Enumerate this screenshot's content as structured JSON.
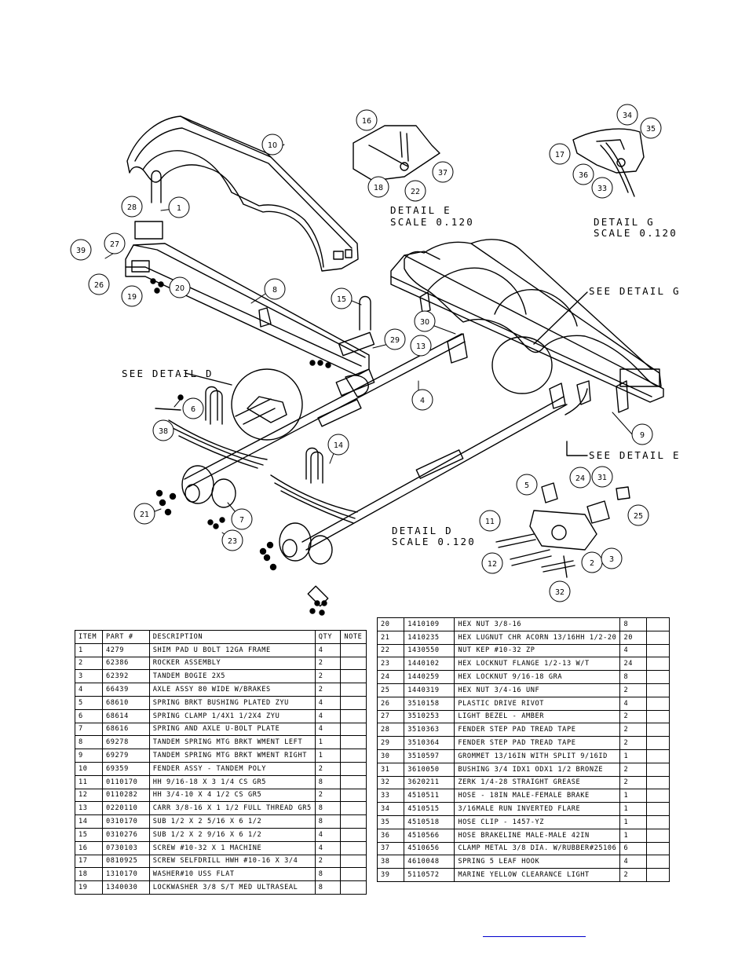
{
  "details": {
    "e_title": "DETAIL  E",
    "e_scale": "SCALE  0.120",
    "g_title": "DETAIL  G",
    "g_scale": "SCALE  0.120",
    "d_title": "DETAIL  D",
    "d_scale": "SCALE  0.120"
  },
  "callouts": {
    "see_d": "SEE DETAIL  D",
    "see_g": "SEE DETAIL  G",
    "see_e": "SEE DETAIL  E"
  },
  "bubbles": [
    "1",
    "2",
    "3",
    "4",
    "5",
    "6",
    "7",
    "8",
    "9",
    "10",
    "11",
    "12",
    "13",
    "14",
    "15",
    "16",
    "17",
    "18",
    "19",
    "20",
    "21",
    "22",
    "23",
    "24",
    "25",
    "26",
    "27",
    "28",
    "29",
    "30",
    "31",
    "32",
    "33",
    "34",
    "35",
    "36",
    "37",
    "38",
    "39"
  ],
  "table1": {
    "headers": [
      "ITEM",
      "PART #",
      "DESCRIPTION",
      "QTY",
      "NOTE"
    ],
    "rows": [
      [
        "1",
        "4279",
        "SHIM PAD  U BOLT 12GA FRAME",
        "4",
        ""
      ],
      [
        "2",
        "62386",
        "ROCKER ASSEMBLY",
        "2",
        ""
      ],
      [
        "3",
        "62392",
        "TANDEM BOGIE  2X5",
        "2",
        ""
      ],
      [
        "4",
        "66439",
        "AXLE ASSY 80 WIDE W/BRAKES",
        "2",
        ""
      ],
      [
        "5",
        "68610",
        "SPRING BRKT BUSHING PLATED ZYU",
        "4",
        ""
      ],
      [
        "6",
        "68614",
        "SPRING CLAMP  1/4X1 1/2X4  ZYU",
        "4",
        ""
      ],
      [
        "7",
        "68616",
        "SPRING AND AXLE U-BOLT PLATE",
        "4",
        ""
      ],
      [
        "8",
        "69278",
        "TANDEM SPRING MTG BRKT WMENT LEFT",
        "1",
        ""
      ],
      [
        "9",
        "69279",
        "TANDEM SPRING MTG BRKT WMENT RIGHT",
        "1",
        ""
      ],
      [
        "10",
        "69359",
        "FENDER ASSY - TANDEM POLY",
        "2",
        ""
      ],
      [
        "11",
        "0110170",
        "HH 9/16-18 X 3 1/4 CS GR5",
        "8",
        ""
      ],
      [
        "12",
        "0110282",
        "HH 3/4-10 X 4 1/2 CS GR5",
        "2",
        ""
      ],
      [
        "13",
        "0220110",
        "CARR 3/8-16 X 1 1/2 FULL THREAD GR5",
        "8",
        ""
      ],
      [
        "14",
        "0310170",
        "SUB 1/2 X 2 5/16 X 6 1/2",
        "8",
        ""
      ],
      [
        "15",
        "0310276",
        "SUB 1/2 X 2 9/16 X 6 1/2",
        "4",
        ""
      ],
      [
        "16",
        "0730103",
        "SCREW #10-32 X 1 MACHINE",
        "4",
        ""
      ],
      [
        "17",
        "0810925",
        "SCREW SELFDRILL HWH #10-16 X 3/4",
        "2",
        ""
      ],
      [
        "18",
        "1310170",
        "WASHER#10 USS FLAT",
        "8",
        ""
      ],
      [
        "19",
        "1340030",
        "LOCKWASHER 3/8 S/T MED ULTRASEAL",
        "8",
        ""
      ]
    ]
  },
  "table2": {
    "rows": [
      [
        "20",
        "1410109",
        "HEX NUT 3/8-16",
        "8",
        ""
      ],
      [
        "21",
        "1410235",
        "HEX LUGNUT CHR ACORN 13/16HH 1/2-20",
        "20",
        ""
      ],
      [
        "22",
        "1430550",
        "NUT KEP #10-32 ZP",
        "4",
        ""
      ],
      [
        "23",
        "1440102",
        "HEX LOCKNUT FLANGE 1/2-13 W/T",
        "24",
        ""
      ],
      [
        "24",
        "1440259",
        "HEX LOCKNUT 9/16-18 GRA",
        "8",
        ""
      ],
      [
        "25",
        "1440319",
        "HEX NUT 3/4-16 UNF",
        "2",
        ""
      ],
      [
        "26",
        "3510158",
        "PLASTIC DRIVE RIVOT",
        "4",
        ""
      ],
      [
        "27",
        "3510253",
        "LIGHT BEZEL - AMBER",
        "2",
        ""
      ],
      [
        "28",
        "3510363",
        "FENDER STEP PAD TREAD TAPE",
        "2",
        ""
      ],
      [
        "29",
        "3510364",
        "FENDER STEP PAD TREAD TAPE",
        "2",
        ""
      ],
      [
        "30",
        "3510597",
        "GROMMET 13/16IN  WITH SPLIT 9/16ID",
        "1",
        ""
      ],
      [
        "31",
        "3610050",
        "BUSHING  3/4 IDX1 ODX1 1/2 BRONZE",
        "2",
        ""
      ],
      [
        "32",
        "3620211",
        "ZERK  1/4-28 STRAIGHT GREASE",
        "2",
        ""
      ],
      [
        "33",
        "4510511",
        "HOSE - 18IN MALE-FEMALE BRAKE",
        "1",
        ""
      ],
      [
        "34",
        "4510515",
        "3/16MALE RUN INVERTED FLARE",
        "1",
        ""
      ],
      [
        "35",
        "4510518",
        "HOSE CLIP - 1457-YZ",
        "1",
        ""
      ],
      [
        "36",
        "4510566",
        "HOSE BRAKELINE MALE-MALE 42IN",
        "1",
        ""
      ],
      [
        "37",
        "4510656",
        "CLAMP METAL 3/8 DIA. W/RUBBER#25106",
        "6",
        ""
      ],
      [
        "38",
        "4610048",
        "SPRING  5 LEAF HOOK",
        "4",
        ""
      ],
      [
        "39",
        "5110572",
        "MARINE YELLOW CLEARANCE LIGHT",
        "2",
        ""
      ]
    ]
  }
}
